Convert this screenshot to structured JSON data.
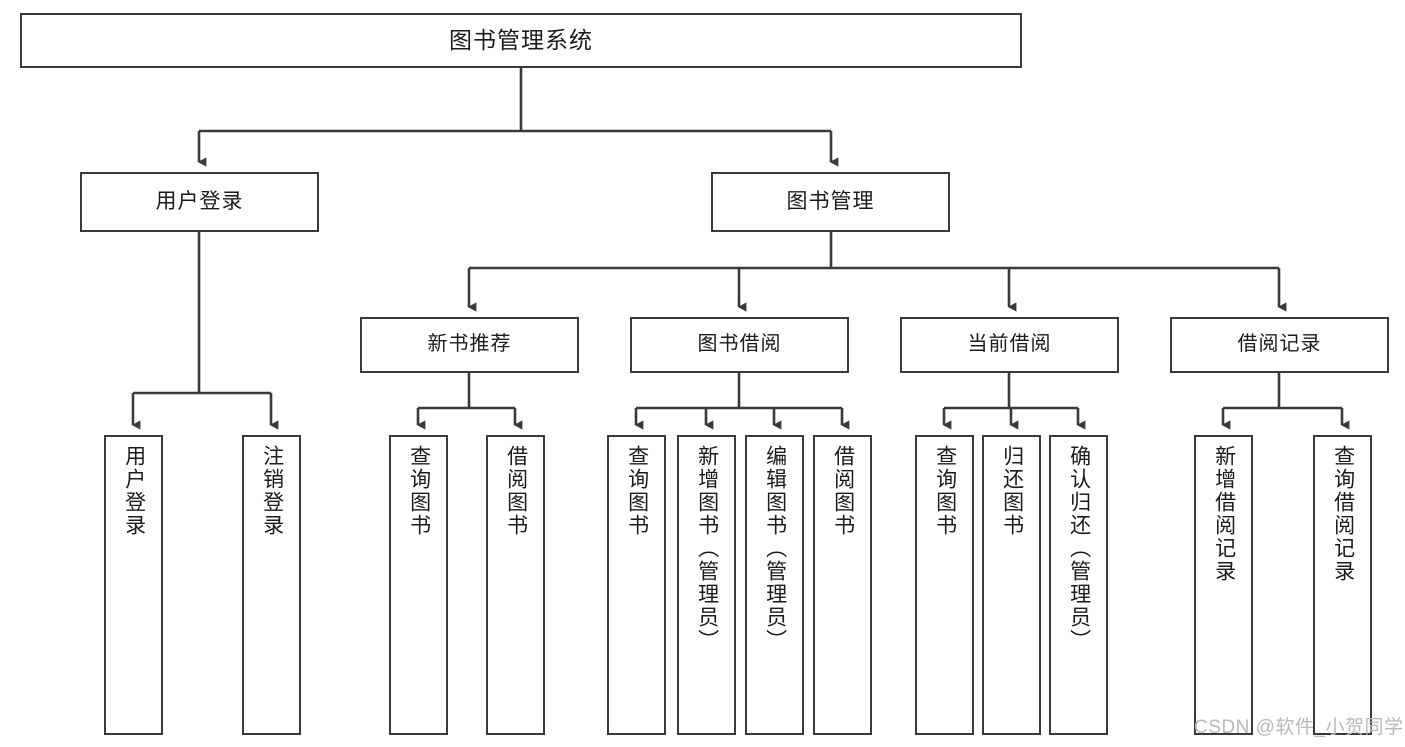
{
  "diagram": {
    "type": "tree-hierarchy-chart",
    "title": "图书管理系统",
    "background_color": "#ffffff",
    "border_color": "#3a3a3a",
    "text_color": "#1b1b1b",
    "nodes": {
      "root": {
        "label": "图书管理系统"
      },
      "level2": [
        {
          "id": "user-login",
          "label": "用户登录"
        },
        {
          "id": "book-manage",
          "label": "图书管理"
        }
      ],
      "level3": [
        {
          "id": "new-book-recommend",
          "label": "新书推荐"
        },
        {
          "id": "book-borrow",
          "label": "图书借阅"
        },
        {
          "id": "current-borrow",
          "label": "当前借阅"
        },
        {
          "id": "borrow-record",
          "label": "借阅记录"
        }
      ],
      "leaves": {
        "user_login": [
          {
            "id": "leaf-user-login",
            "label": "用户登录"
          },
          {
            "id": "leaf-logout-login",
            "label": "注销登录"
          }
        ],
        "new_book_recommend": [
          {
            "id": "leaf-query-book-1",
            "label": "查询图书"
          },
          {
            "id": "leaf-borrow-book-1",
            "label": "借阅图书"
          }
        ],
        "book_borrow": [
          {
            "id": "leaf-query-book-2",
            "label": "查询图书"
          },
          {
            "id": "leaf-add-book",
            "label": "新增图书（管理员）"
          },
          {
            "id": "leaf-edit-book",
            "label": "编辑图书（管理员）"
          },
          {
            "id": "leaf-borrow-book-2",
            "label": "借阅图书"
          }
        ],
        "current_borrow": [
          {
            "id": "leaf-query-book-3",
            "label": "查询图书"
          },
          {
            "id": "leaf-return-book",
            "label": "归还图书"
          },
          {
            "id": "leaf-confirm-return",
            "label": "确认归还（管理员）"
          }
        ],
        "borrow_record": [
          {
            "id": "leaf-add-borrow-record",
            "label": "新增借阅记录"
          },
          {
            "id": "leaf-query-borrow-record",
            "label": "查询借阅记录"
          }
        ]
      }
    }
  },
  "watermark": {
    "text": "CSDN @软件_小贺同学",
    "color": "#b9b9b9"
  }
}
